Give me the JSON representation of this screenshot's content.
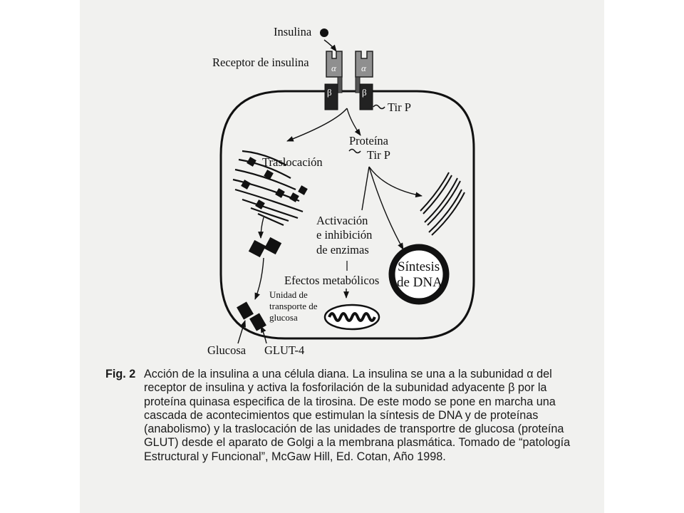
{
  "diagram": {
    "labels": {
      "insulina": "Insulina",
      "receptor": "Receptor de insulina",
      "alpha": "α",
      "beta": "β",
      "tir_p": "Tir P",
      "proteina": "Proteína",
      "proteina_tir_p": "Tir P",
      "traslocacion": "Traslocación",
      "activacion_l1": "Activación",
      "activacion_l2": "e inhibición",
      "activacion_l3": "de enzimas",
      "efectos": "Efectos metabólicos",
      "sintesis_l1": "Síntesis",
      "sintesis_l2": "de DNA",
      "unidad_l1": "Unidad de",
      "unidad_l2": "transporte de",
      "unidad_l3": "glucosa",
      "glucosa": "Glucosa",
      "glut4": "GLUT-4"
    }
  },
  "caption": {
    "fig_label": "Fig. 2",
    "lines": [
      "Acción de la insulina a una célula diana. La insulina se una a la  subunidad α del",
      "receptor de insulina y activa la fosforilación de la subunidad adyacente β por la",
      "proteína quinasa especifica de la tirosina. De este modo se pone en marcha una",
      "cascada de acontecimientos que estimulan la síntesis de DNA y de proteínas",
      "(anabolismo) y la traslocación de las unidades de transportre de glucosa (proteína",
      "GLUT) desde el aparato de Golgi a la membrana plasmática. Tomado de “patología",
      "Estructural y Funcional”, McGaw Hill, Ed. Cotan, Año 1998."
    ]
  }
}
